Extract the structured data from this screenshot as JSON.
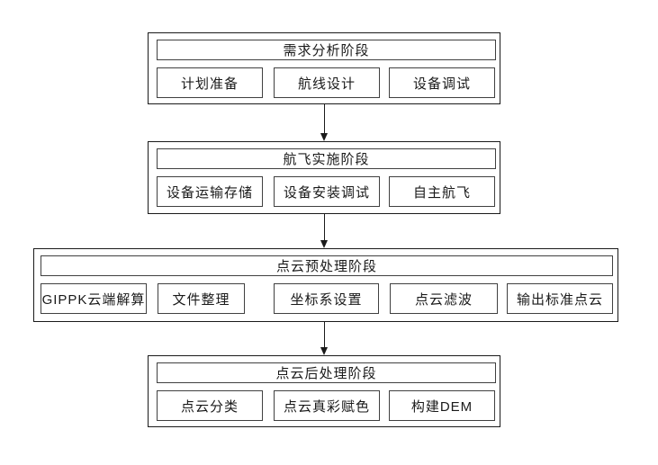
{
  "flowchart": {
    "stages": [
      {
        "title": "需求分析阶段",
        "tasks": [
          "计划准备",
          "航线设计",
          "设备调试"
        ]
      },
      {
        "title": "航飞实施阶段",
        "tasks": [
          "设备运输存储",
          "设备安装调试",
          "自主航飞"
        ]
      },
      {
        "title": "点云预处理阶段",
        "tasks": [
          "GIPPK云端解算",
          "文件整理",
          "坐标系设置",
          "点云滤波",
          "输出标准点云"
        ]
      },
      {
        "title": "点云后处理阶段",
        "tasks": [
          "点云分类",
          "点云真彩赋色",
          "构建DEM"
        ]
      }
    ],
    "connections": [
      {
        "from": "需求分析阶段",
        "to": "航飞实施阶段"
      },
      {
        "from": "航飞实施阶段",
        "to": "点云预处理阶段"
      },
      {
        "from": "点云预处理阶段",
        "to": "点云后处理阶段"
      }
    ],
    "colors": {
      "outer_border": "#1a1a1a",
      "inner_border": "#404040",
      "text": "#1a1a1a",
      "background": "#ffffff"
    }
  }
}
